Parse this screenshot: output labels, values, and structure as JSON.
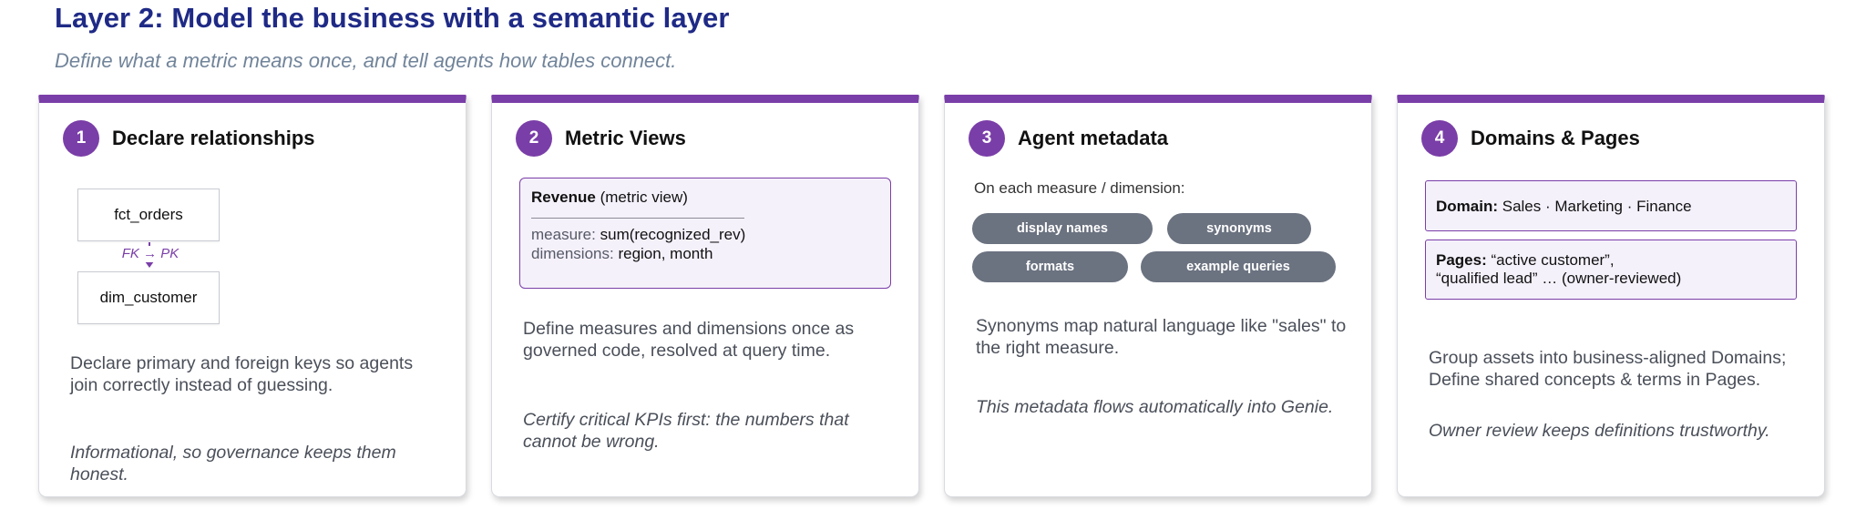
{
  "header": {
    "title": "Layer 2: Model the business with a semantic layer",
    "subtitle": "Define what a metric means once, and tell agents how tables connect."
  },
  "colors": {
    "accent": "#7a3ea8",
    "title": "#1f2a86",
    "pill": "#6b7280"
  },
  "cards": [
    {
      "number": "1",
      "title": "Declare relationships",
      "diagram": {
        "top_table": "fct_orders",
        "bottom_table": "dim_customer",
        "relation": "FK → PK"
      },
      "description": "Declare primary and foreign keys so agents join correctly instead of guessing.",
      "note": "Informational, so governance keeps them honest."
    },
    {
      "number": "2",
      "title": "Metric Views",
      "metric": {
        "name": "Revenue",
        "kind": "(metric view)",
        "measure_key": "measure:",
        "measure_value": "sum(recognized_rev)",
        "dimensions_key": "dimensions:",
        "dimensions_value": "region, month"
      },
      "description": "Define measures and dimensions once as governed code, resolved at query time.",
      "note": "Certify critical KPIs first: the numbers that cannot be wrong."
    },
    {
      "number": "3",
      "title": "Agent metadata",
      "label": "On each measure / dimension:",
      "pills": [
        "display names",
        "synonyms",
        "formats",
        "example queries"
      ],
      "description": "Synonyms map natural language like \"sales\" to the right measure.",
      "note": "This metadata flows automatically into Genie."
    },
    {
      "number": "4",
      "title": "Domains & Pages",
      "domain_key": "Domain:",
      "domain_value": "Sales · Marketing · Finance",
      "pages_key": "Pages:",
      "pages_value_line1": "“active customer”,",
      "pages_value_line2": "“qualified lead” … (owner-reviewed)",
      "description": "Group assets into business-aligned Domains; Define shared concepts & terms in Pages.",
      "note": "Owner review keeps definitions trustworthy."
    }
  ]
}
